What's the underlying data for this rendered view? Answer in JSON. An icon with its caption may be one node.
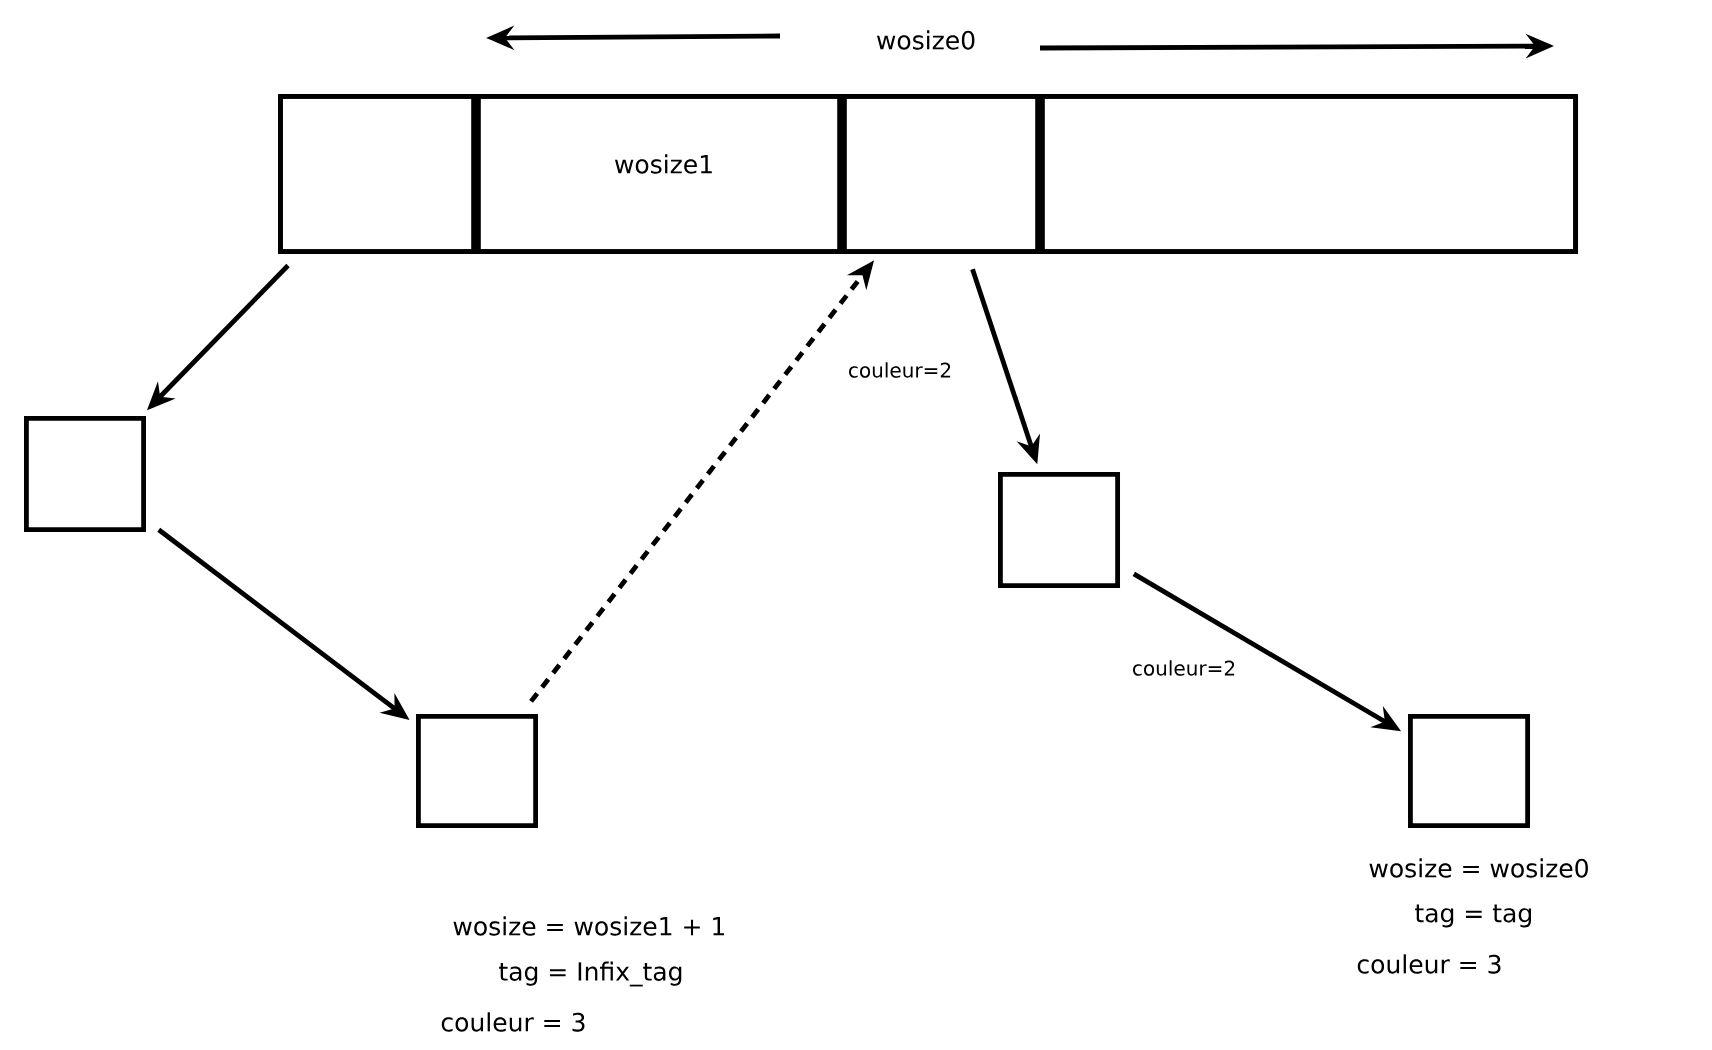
{
  "diagram": {
    "nodes": [
      {
        "text": [],
        "shape": "box"
      },
      {
        "text": [],
        "shape": "box",
        "in": 0
      },
      {
        "text": [
          "wosize1"
        ],
        "in": 0
      },
      {
        "text": [],
        "shape": "box",
        "in": 0
      },
      {
        "text": [],
        "shape": "box",
        "in": 0
      },
      {
        "text": [],
        "shape": "box"
      },
      {
        "text": [],
        "shape": "box",
        "beside": [
          "wosize = wosize1 + 1",
          "tag = Infix_tag",
          "couleur = 3"
        ]
      },
      {
        "text": [],
        "shape": "box"
      },
      {
        "text": [],
        "shape": "box",
        "beside": [
          "wosize = wosize0",
          "tag = tag",
          "couleur = 3"
        ]
      }
    ],
    "edges": [
      {
        "from": 1,
        "to": 5,
        "arrow": "to"
      },
      {
        "from": 5,
        "to": 6,
        "arrow": "to"
      },
      {
        "from": 6,
        "to": 3,
        "arrow": "to",
        "style": "dashed"
      },
      {
        "from": 3,
        "to": 7,
        "arrow": "to",
        "label": "couleur=2"
      },
      {
        "from": 7,
        "to": 8,
        "arrow": "to",
        "label": "couleur=2"
      }
    ],
    "labels": [
      "wosize0"
    ]
  }
}
